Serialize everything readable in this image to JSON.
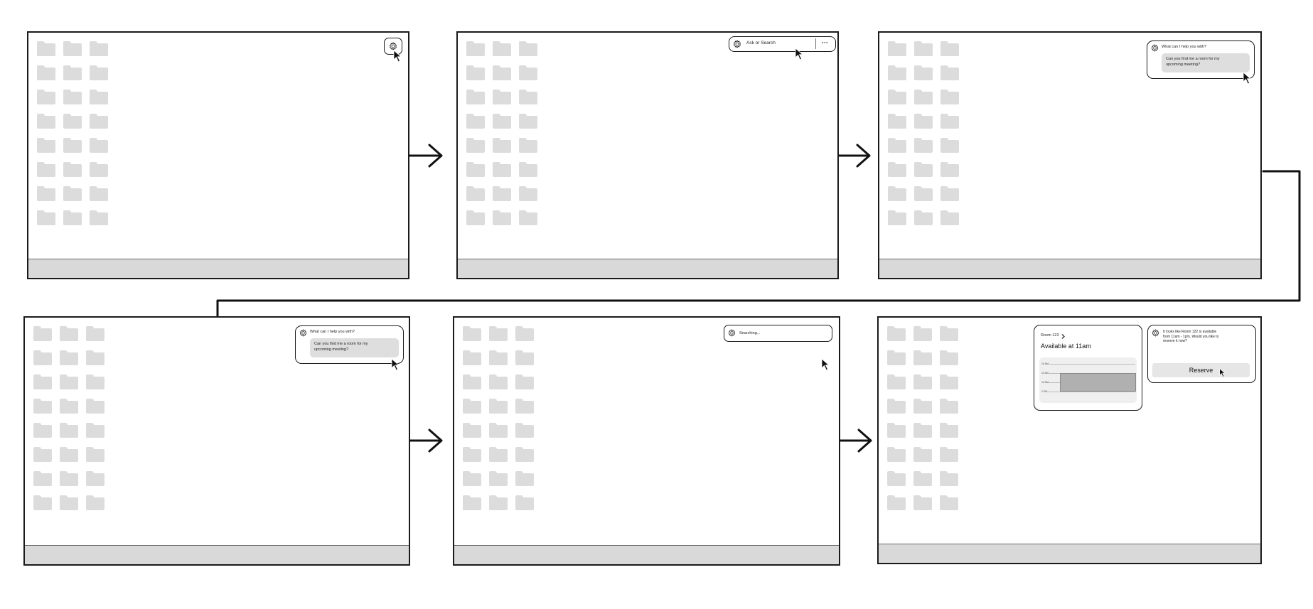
{
  "frames": [
    {
      "step": 1,
      "state": "assistant-icon-clicked"
    },
    {
      "step": 2,
      "state": "search-bar-open",
      "search_placeholder": "Ask or Search",
      "more_label": "···"
    },
    {
      "step": 3,
      "state": "prompt-typed",
      "prompt_heading": "What can I help you with?",
      "user_query": "Can you find me a room for my upcoming meeting?"
    },
    {
      "step": 4,
      "state": "prompt-submitted",
      "prompt_heading": "What can I help you with?",
      "user_query": "Can you find me a room for my upcoming meeting?"
    },
    {
      "step": 5,
      "state": "searching",
      "status_text": "Searching..."
    },
    {
      "step": 6,
      "state": "result",
      "room_card": {
        "room_label": "Room 123",
        "availability": "Available at 11am",
        "times": [
          "10 AM",
          "11 AM",
          "12 AM",
          "1 PM"
        ]
      },
      "assistant_reply": "It looks like Room 122 is available from 11am - 1pm. Would you like to reserve it now?",
      "reserve_label": "Reserve"
    }
  ],
  "colors": {
    "stroke": "#1a1a1a",
    "folder": "#dcdcdc",
    "taskbar": "#d9d9d9",
    "bubble": "#dedede"
  }
}
